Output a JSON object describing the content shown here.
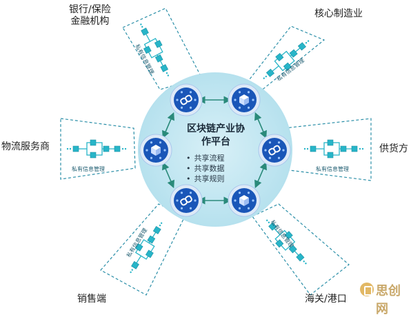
{
  "center": {
    "title_line1": "区块链产业协",
    "title_line2": "作平台",
    "items": [
      "共享流程",
      "共享数据",
      "共享规则"
    ]
  },
  "participants": {
    "bank": {
      "line1": "银行/保险",
      "line2": "金融机构"
    },
    "manufacturing": "核心制造业",
    "logistics": "物流服务商",
    "supplier": "供货方",
    "sales": "销售端",
    "customs": "海关/港口"
  },
  "private_label": "私有信息管理",
  "watermark": "思创网",
  "colors": {
    "circle_fill": "#bfe6f1",
    "node_dark": "#1a56b8",
    "node_ring": "#dde9f7",
    "dash_line": "#2b8fa8",
    "chain_teal": "#27b5c8",
    "arrow": "#2a8a7a"
  }
}
